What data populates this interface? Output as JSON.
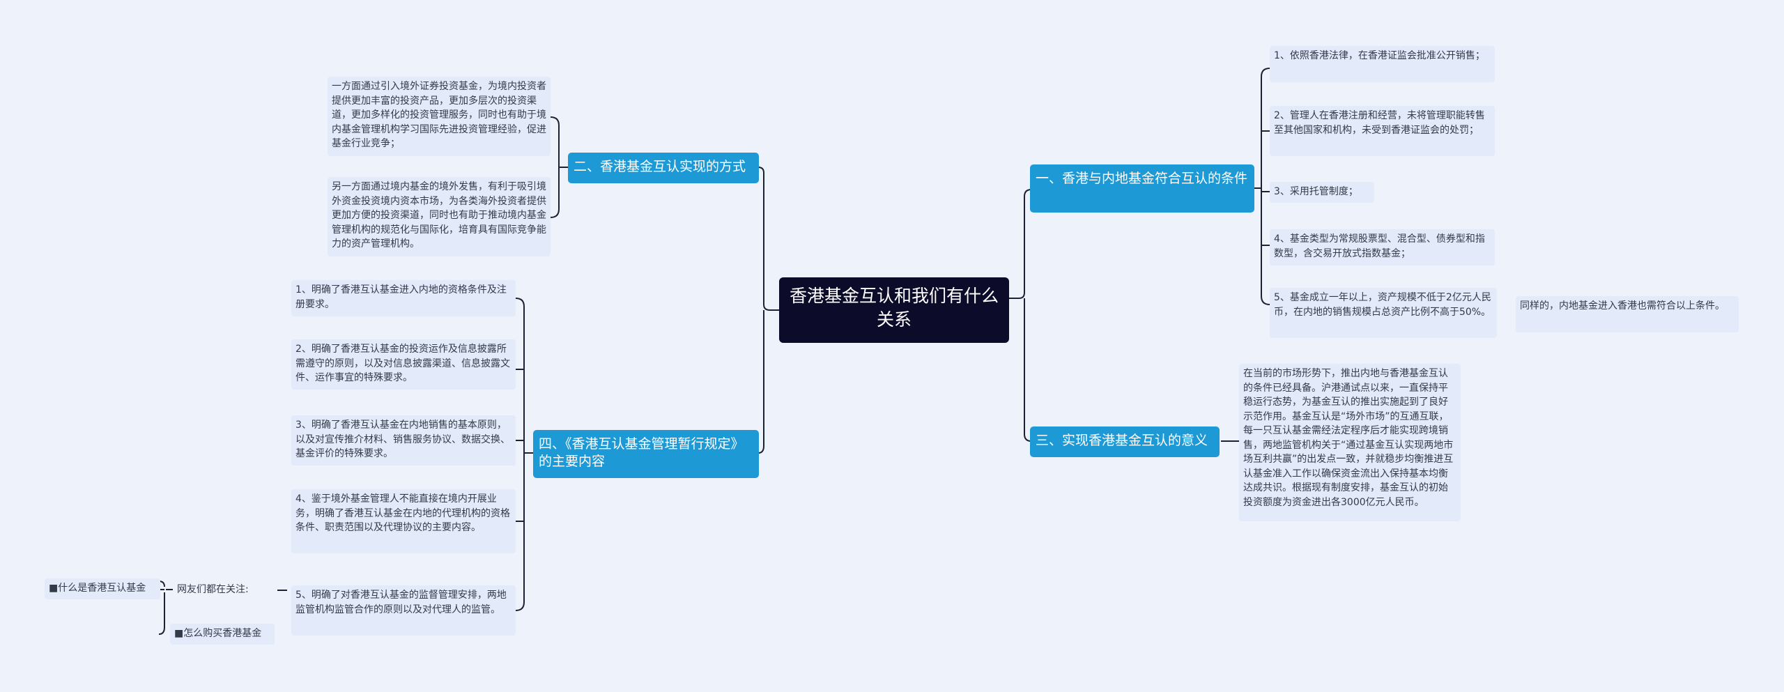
{
  "root": {
    "title": "香港基金互认和我们有什么关系"
  },
  "right": {
    "b1": {
      "title": "一、香港与内地基金符合互认的条件",
      "items": [
        "1、依照香港法律，在香港证监会批准公开销售；",
        "2、管理人在香港注册和经营，未将管理职能转售至其他国家和机构，未受到香港证监会的处罚；",
        "3、采用托管制度；",
        "4、基金类型为常规股票型、混合型、债券型和指数型，含交易开放式指数基金；",
        "5、基金成立一年以上，资产规模不低于2亿元人民币，在内地的销售规模占总资产比例不高于50%。"
      ],
      "item5_note": "同样的，内地基金进入香港也需符合以上条件。"
    },
    "b3": {
      "title": "三、实现香港基金互认的意义",
      "text": "在当前的市场形势下，推出内地与香港基金互认的条件已经具备。沪港通试点以来，一直保持平稳运行态势，为基金互认的推出实施起到了良好示范作用。基金互认是“场外市场”的互通互联，每一只互认基金需经法定程序后才能实现跨境销售，两地监管机构关于“通过基金互认实现两地市场互利共赢”的出发点一致，并就稳步均衡推进互认基金准入工作以确保资金流出入保持基本均衡达成共识。根据现有制度安排，基金互认的初始投资额度为资金进出各3000亿元人民币。"
    }
  },
  "left": {
    "b2": {
      "title": "二、香港基金互认实现的方式",
      "items": [
        "一方面通过引入境外证券投资基金，为境内投资者提供更加丰富的投资产品，更加多层次的投资渠道，更加多样化的投资管理服务，同时也有助于境内基金管理机构学习国际先进投资管理经验，促进基金行业竞争；",
        "另一方面通过境内基金的境外发售，有利于吸引境外资金投资境内资本市场，为各类海外投资者提供更加方便的投资渠道，同时也有助于推动境内基金管理机构的规范化与国际化，培育具有国际竞争能力的资产管理机构。"
      ]
    },
    "b4": {
      "title": "四、《香港互认基金管理暂行规定》的主要内容",
      "items": [
        "1、明确了香港互认基金进入内地的资格条件及注册要求。",
        "2、明确了香港互认基金的投资运作及信息披露所需遵守的原则，以及对信息披露渠道、信息披露文件、运作事宜的特殊要求。",
        "3、明确了香港互认基金在内地销售的基本原则，以及对宣传推介材料、销售服务协议、数据交换、基金评价的特殊要求。",
        "4、鉴于境外基金管理人不能直接在境内开展业务，明确了香港互认基金在内地的代理机构的资格条件、职责范围以及代理协议的主要内容。",
        "5、明确了对香港互认基金的监督管理安排，两地监管机构监管合作的原则以及对代理人的监管。"
      ],
      "follow": {
        "label": "网友们都在关注:",
        "links": [
          "■什么是香港互认基金",
          "■怎么购买香港基金"
        ]
      }
    }
  }
}
